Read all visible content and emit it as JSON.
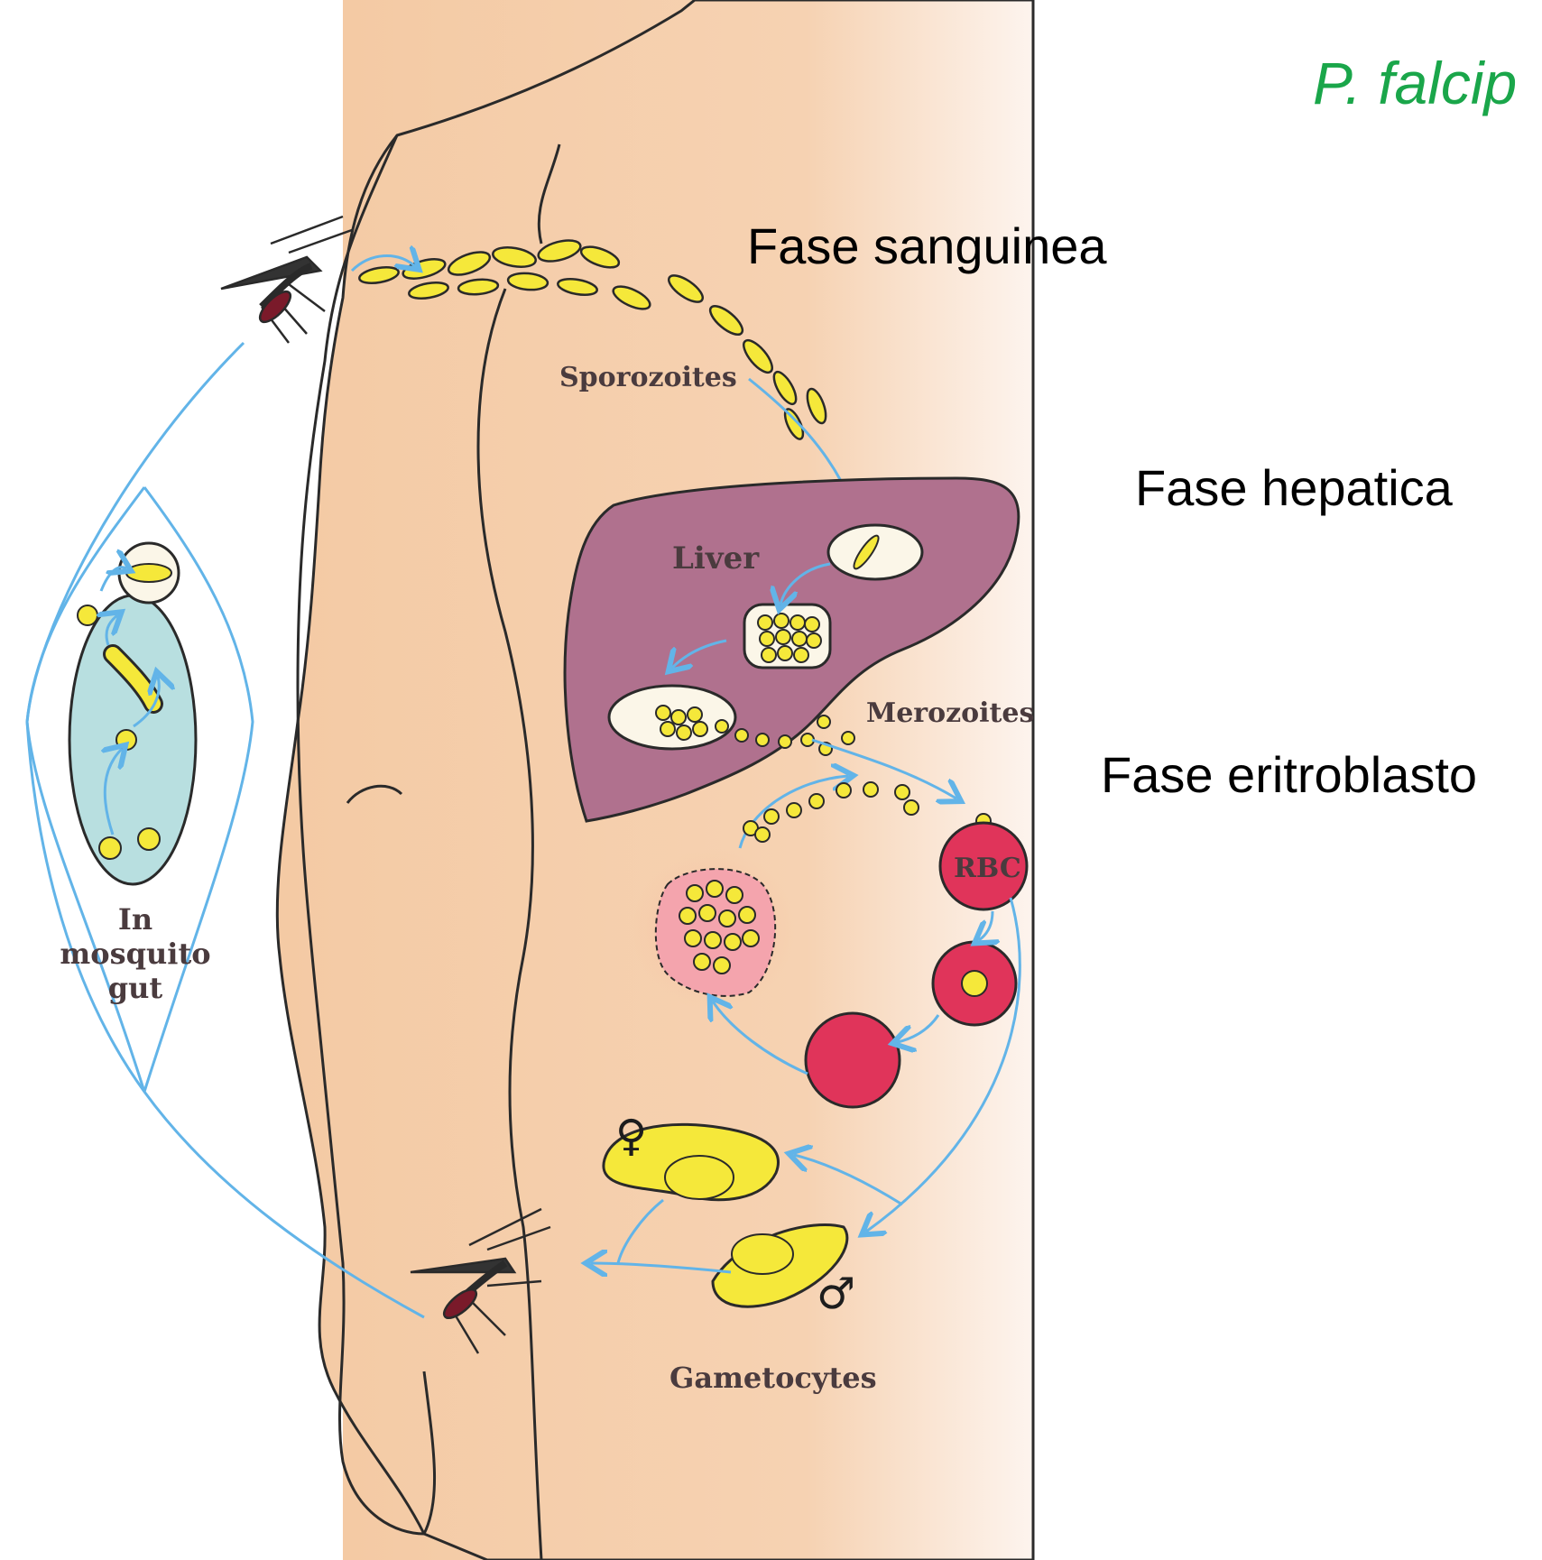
{
  "title": "P. falcip",
  "phase_labels": {
    "blood": "Fase sanguinea",
    "liver": "Fase hepatica",
    "erythro": "Fase eritroblasto"
  },
  "diagram_labels": {
    "sporozoites": "Sporozoites",
    "liver": "Liver",
    "merozoites": "Merozoites",
    "rbc": "RBC",
    "mosquito_line1": "In",
    "mosquito_line2": "mosquito",
    "mosquito_line3": "gut",
    "gametocytes": "Gametocytes",
    "female_symbol": "♀",
    "male_symbol": "♂"
  },
  "colors": {
    "title": "#1aa64a",
    "skin": "#f4caa4",
    "liver": "#b0718e",
    "parasite": "#f5e83a",
    "arrow": "#62b4e8",
    "rbc": "#e0345a",
    "gut": "#b8dfe0"
  }
}
